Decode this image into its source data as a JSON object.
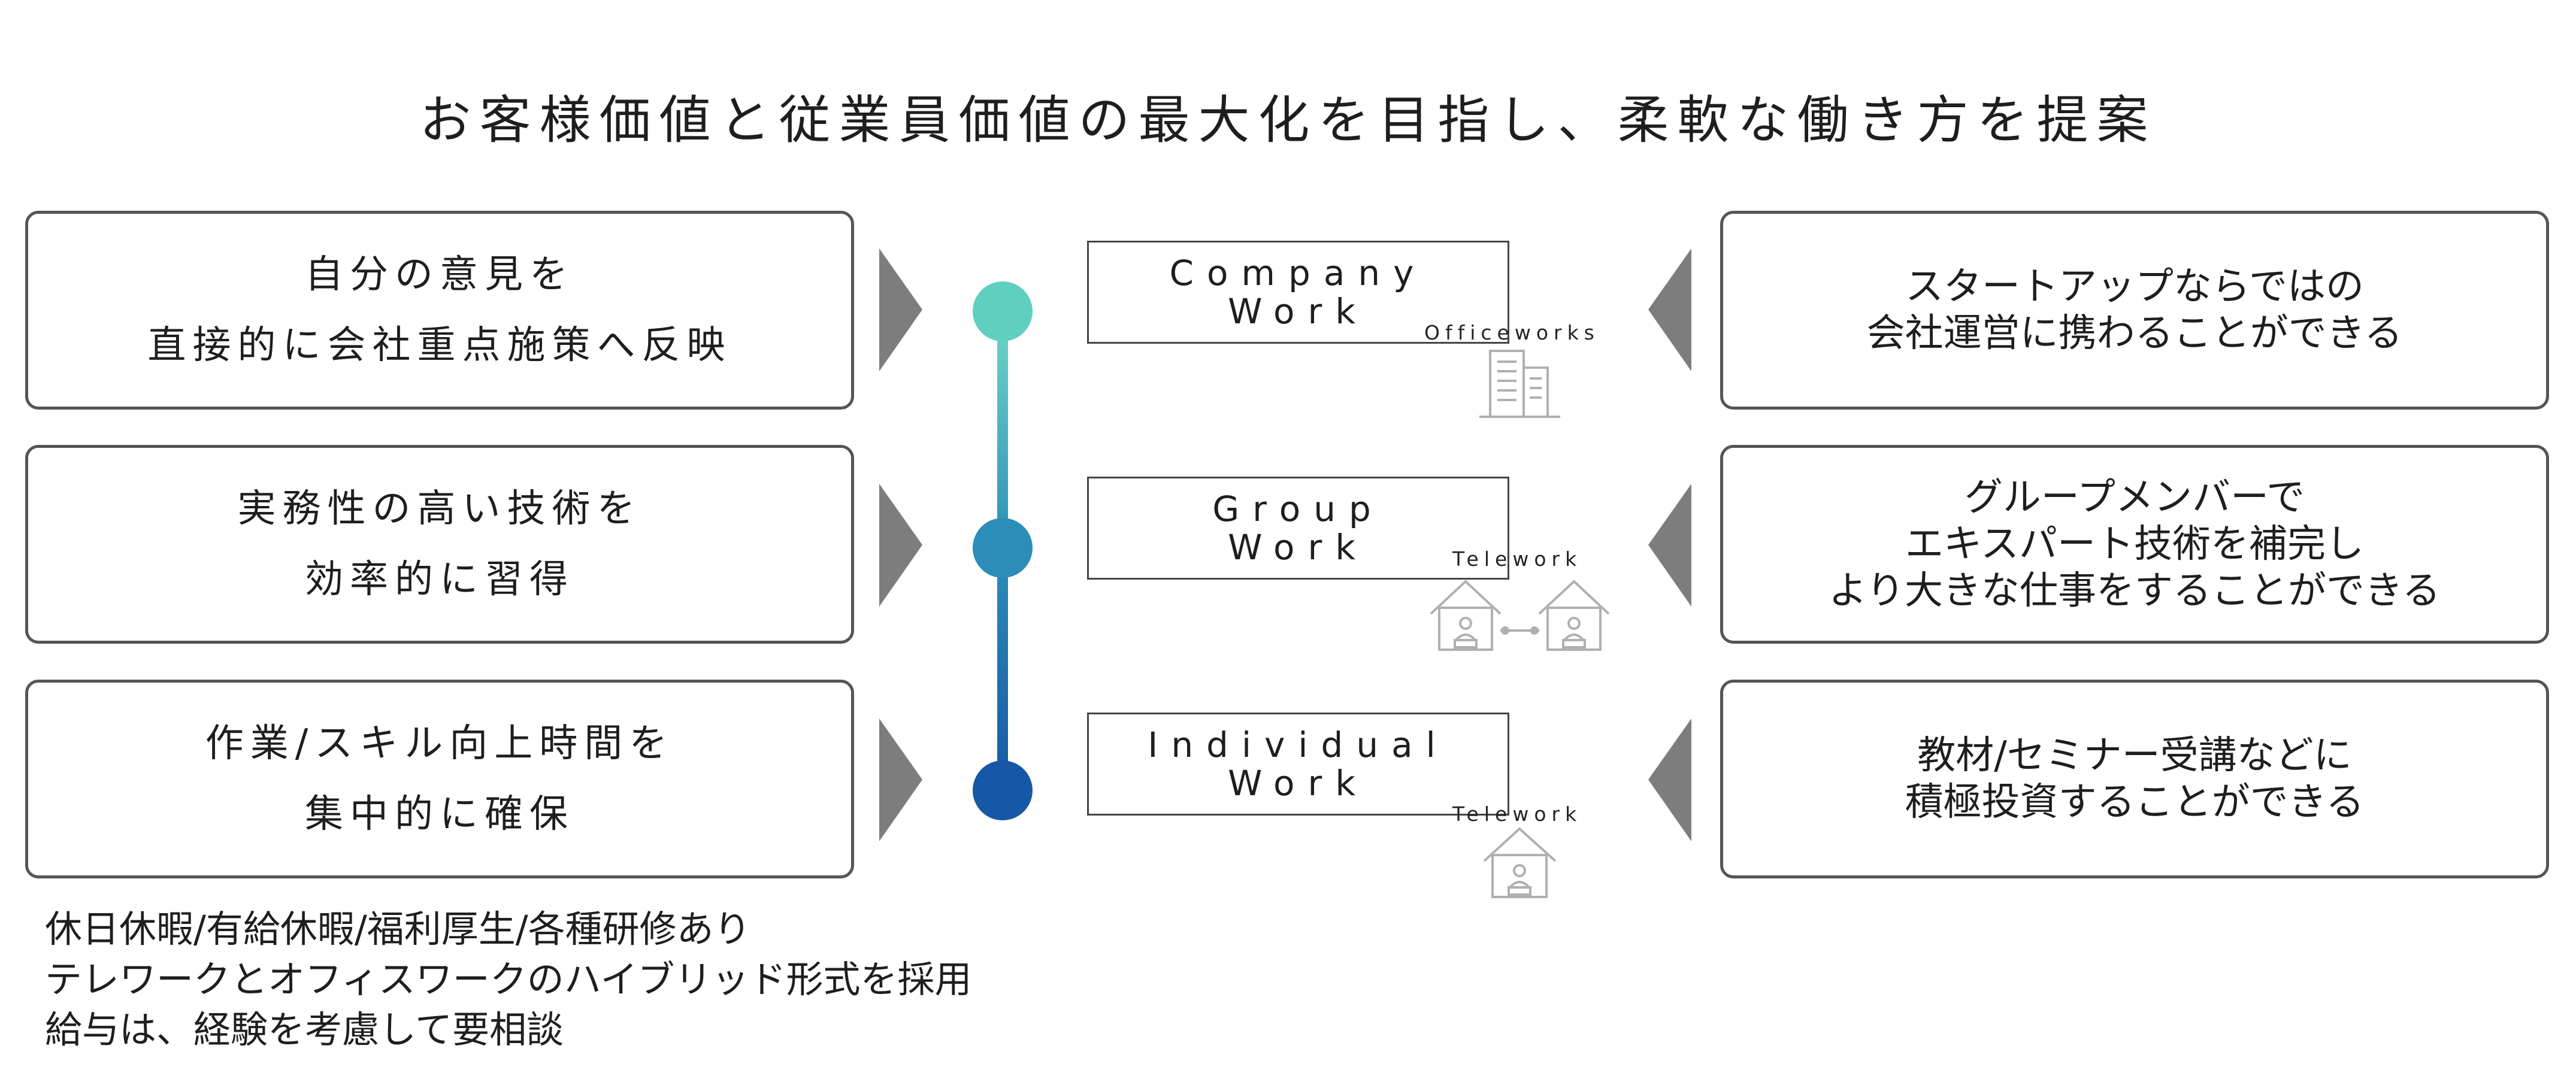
{
  "title": "お客様価値と従業員価値の最大化を目指し、柔軟な働き方を提案",
  "left_boxes": [
    {
      "lines": [
        "自分の意見を",
        "直接的に会社重点施策へ反映"
      ]
    },
    {
      "lines": [
        "実務性の高い技術を",
        "効率的に習得"
      ]
    },
    {
      "lines": [
        "作業/スキル向上時間を",
        "集中的に確保"
      ]
    }
  ],
  "modes": [
    {
      "lines": [
        "Company",
        "Work"
      ],
      "tag": "Officeworks",
      "icon": "office-building-icon",
      "dot_color": "#5fd0c0"
    },
    {
      "lines": [
        "Group",
        "Work"
      ],
      "tag": "Telework",
      "icon": "connected-homes-icon",
      "dot_color": "#2b8db8"
    },
    {
      "lines": [
        "Individual",
        "Work"
      ],
      "tag": "Telework",
      "icon": "home-worker-icon",
      "dot_color": "#1658a6"
    }
  ],
  "right_boxes": [
    {
      "lines": [
        "スタートアップならではの",
        "会社運営に携わることができる"
      ]
    },
    {
      "lines": [
        "グループメンバーで",
        "エキスパート技術を補完し",
        "より大きな仕事をすることができる"
      ]
    },
    {
      "lines": [
        "教材/セミナー受講などに",
        "積極投資することができる"
      ]
    }
  ],
  "notes": [
    "休日休暇/有給休暇/福利厚生/各種研修あり",
    "テレワークとオフィスワークのハイブリッド形式を採用",
    "給与は、経験を考慮して要相談"
  ],
  "colors": {
    "arrow": "#7d7d7d",
    "border": "#555555",
    "icon": "#b0b0b0",
    "line_top": "#6fd8c8",
    "line_bottom": "#1658a6"
  }
}
